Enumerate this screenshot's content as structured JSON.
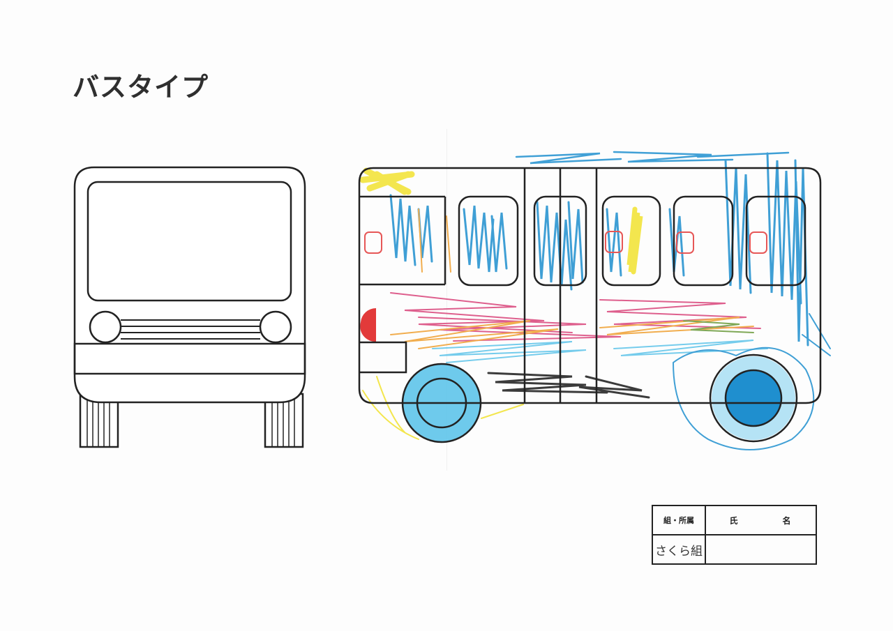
{
  "page": {
    "title": "バスタイプ"
  },
  "info_table": {
    "group_header": "組・所属",
    "name_header": "氏　名",
    "group_value": "さくら組",
    "name_value": ""
  },
  "colors": {
    "outline": "#222222",
    "blue_crayon": "#1f8fcf",
    "light_blue_crayon": "#5ec4ea",
    "yellow_crayon": "#f2e230",
    "red_crayon": "#e23a3a",
    "pink_crayon": "#d9447a",
    "orange_crayon": "#f0a030",
    "black_crayon": "#1a1a1a"
  }
}
